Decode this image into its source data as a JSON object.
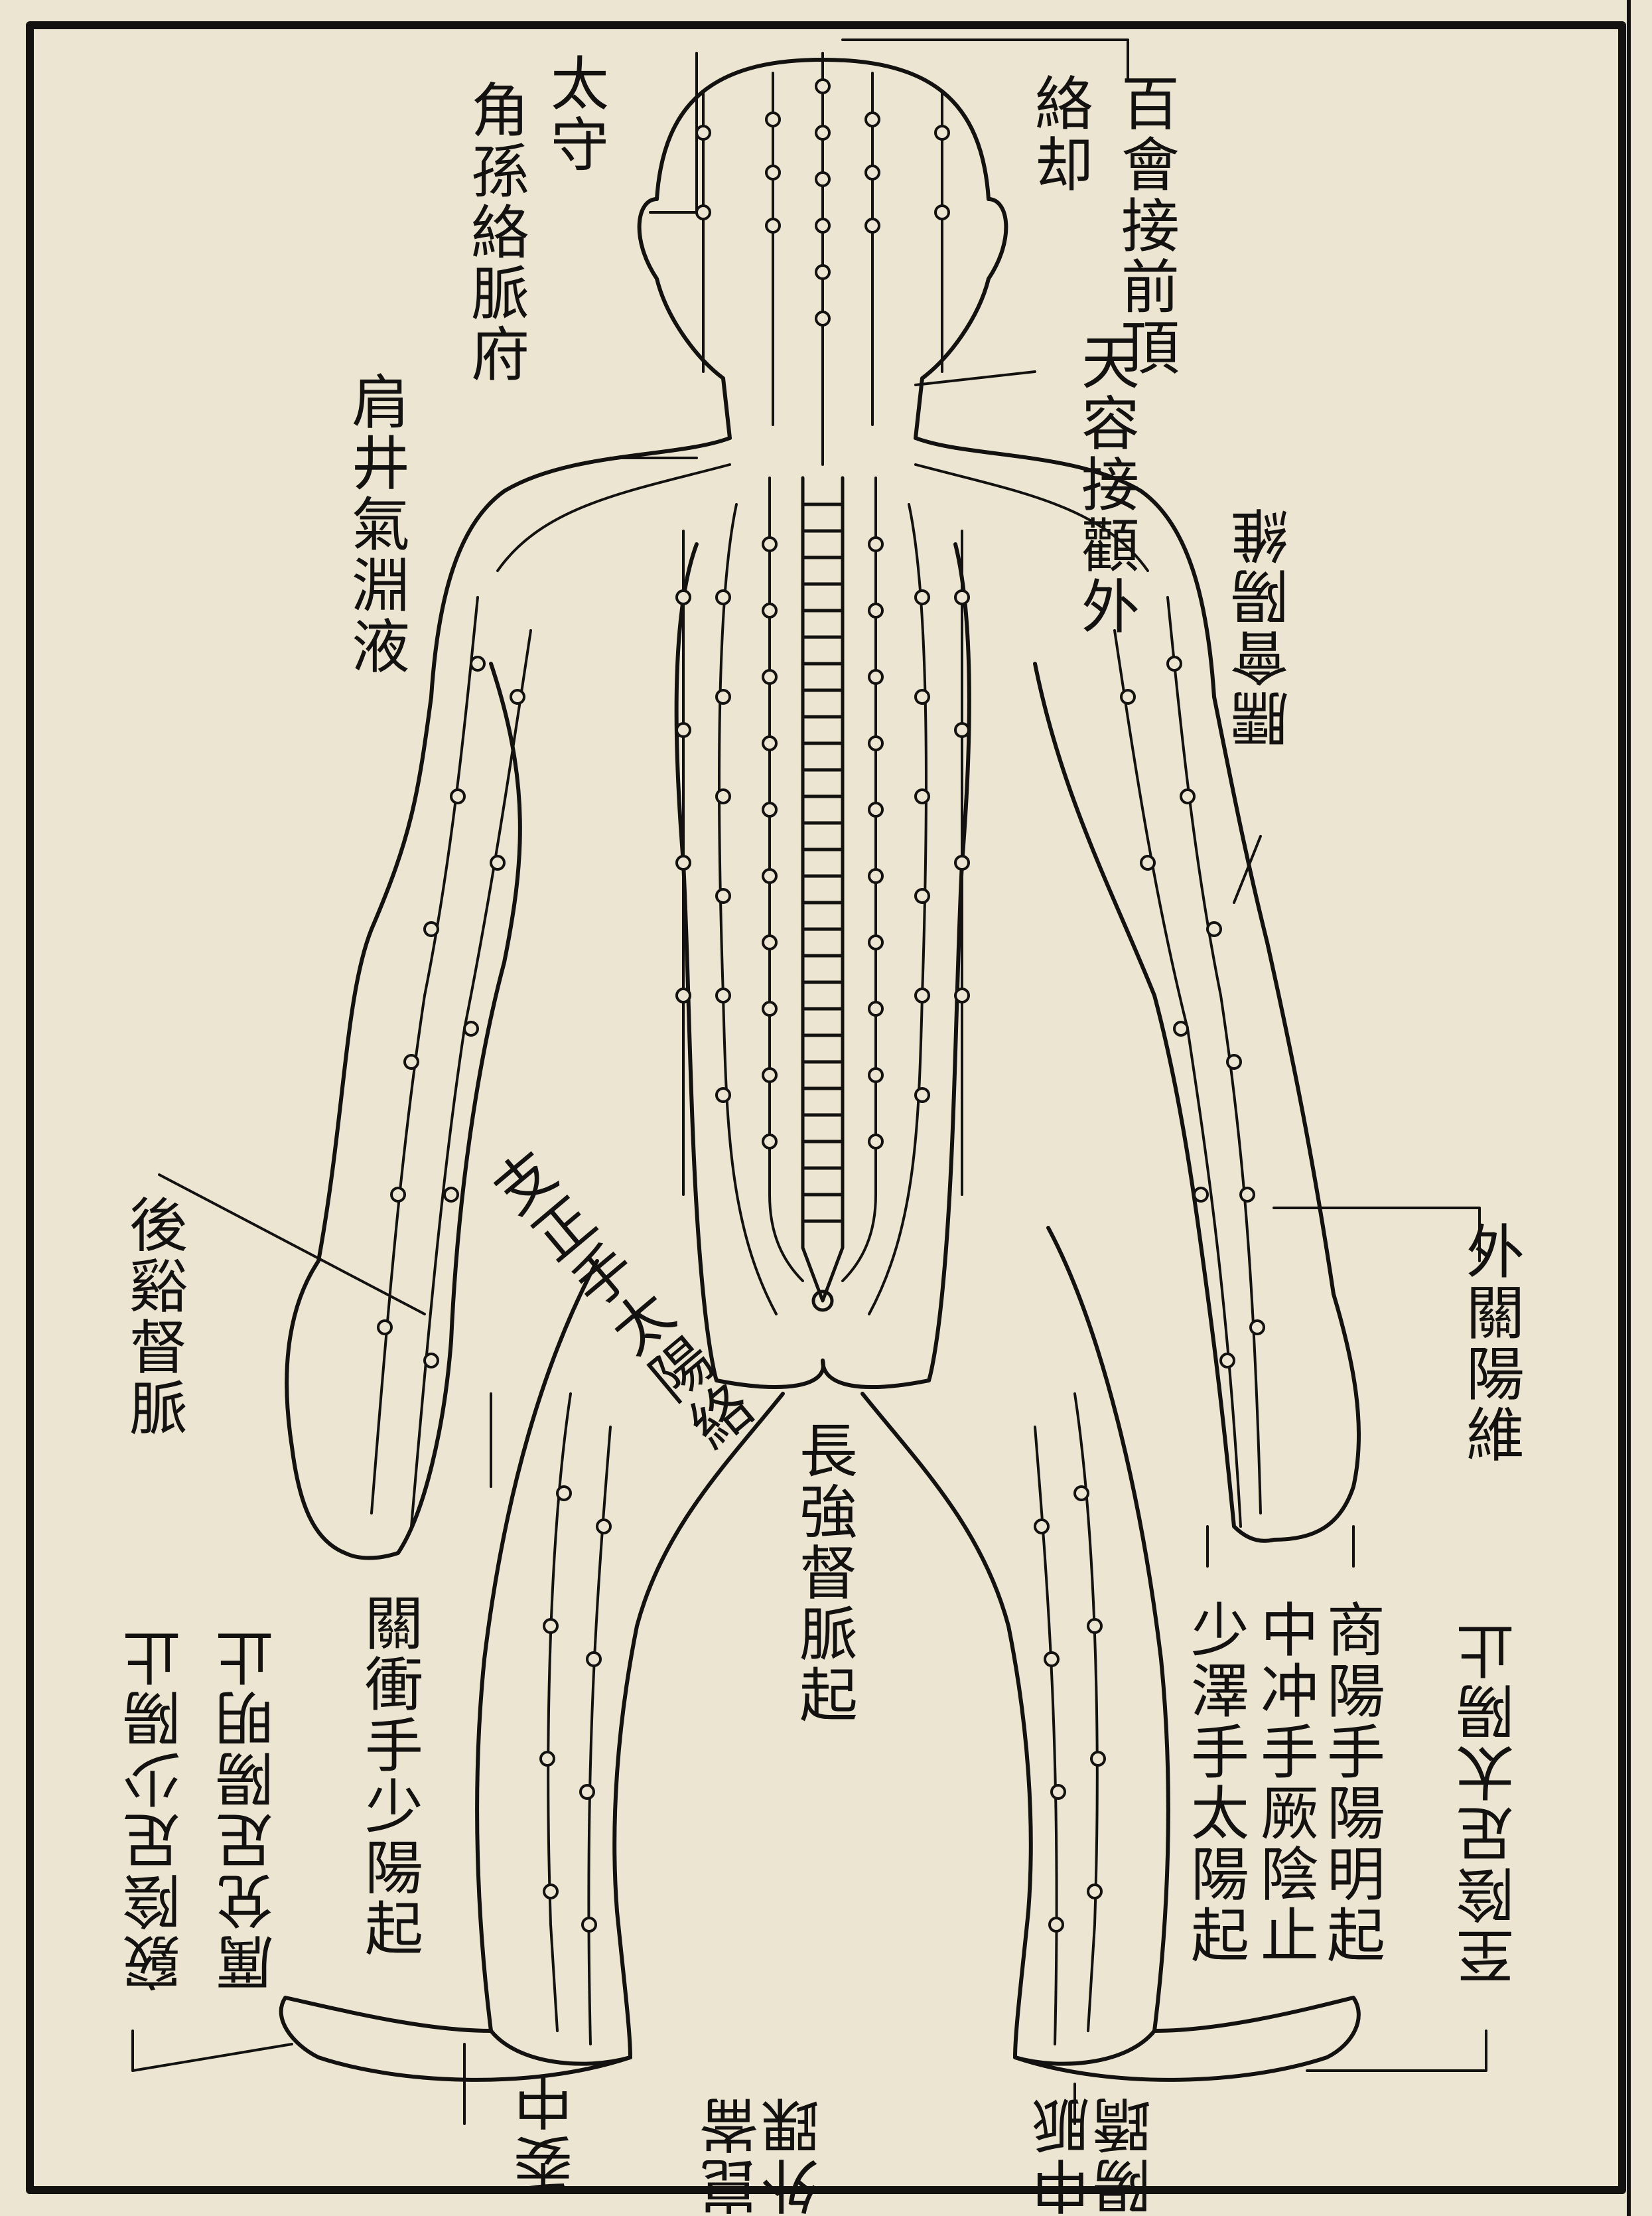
{
  "colors": {
    "paper": "#ece5d1",
    "ink": "#141210",
    "frame": "#1a1714"
  },
  "figure": {
    "subject": "back view of human body with acupuncture points and meridian lines"
  },
  "labels": {
    "l01": "太守",
    "l02": "角孫絡脈府",
    "l03": "肩井氣淵液",
    "l04": "絡却",
    "l05": "百會接前頂",
    "l06": "天容接顴外",
    "l07": "外關陽維",
    "l08": "後谿督脈",
    "l09": "長強督脈起",
    "l10": "關衝手少陽起",
    "l11": "商陽手陽明起",
    "l12": "中冲手厥陰止",
    "l13": "少澤手太陽起",
    "l14": "至陰足太陽止",
    "l15": "厲兌足陽明止",
    "l16": "竅陰足少陽止",
    "l17": "申脈陽蹻",
    "l18": "崑崙外踝",
    "l19": "委中",
    "l20": "臑會陽維",
    "l21": "支正手太陽絡"
  }
}
